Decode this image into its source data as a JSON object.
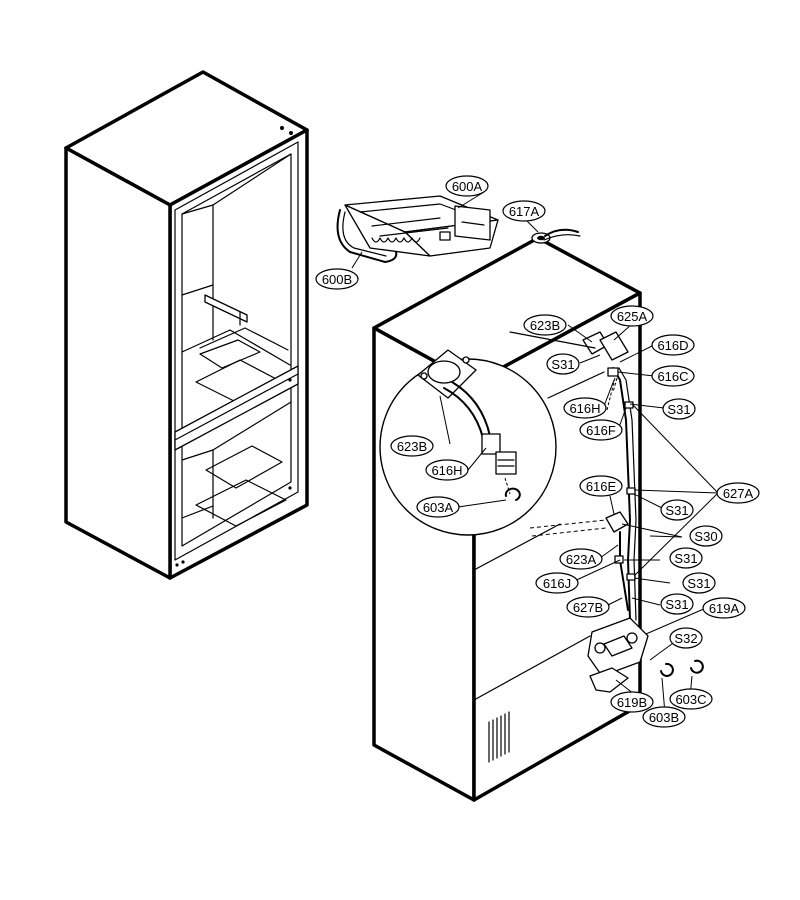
{
  "diagram": {
    "colors": {
      "line": "#000000",
      "background": "#ffffff"
    },
    "labels": [
      {
        "id": "600A",
        "text": "600A"
      },
      {
        "id": "600B",
        "text": "600B"
      },
      {
        "id": "617A",
        "text": "617A"
      },
      {
        "id": "623B_top",
        "text": "623B"
      },
      {
        "id": "625A",
        "text": "625A"
      },
      {
        "id": "S31_a",
        "text": "S31"
      },
      {
        "id": "616D",
        "text": "616D"
      },
      {
        "id": "616C",
        "text": "616C"
      },
      {
        "id": "616H_top",
        "text": "616H"
      },
      {
        "id": "S31_b",
        "text": "S31"
      },
      {
        "id": "616F",
        "text": "616F"
      },
      {
        "id": "623B_zoom",
        "text": "623B"
      },
      {
        "id": "616H_zoom",
        "text": "616H"
      },
      {
        "id": "603A",
        "text": "603A"
      },
      {
        "id": "616E",
        "text": "616E"
      },
      {
        "id": "627A",
        "text": "627A"
      },
      {
        "id": "S31_c",
        "text": "S31"
      },
      {
        "id": "S30",
        "text": "S30"
      },
      {
        "id": "623A",
        "text": "623A"
      },
      {
        "id": "S31_d",
        "text": "S31"
      },
      {
        "id": "616J",
        "text": "616J"
      },
      {
        "id": "S31_e",
        "text": "S31"
      },
      {
        "id": "627B",
        "text": "627B"
      },
      {
        "id": "S31_f",
        "text": "S31"
      },
      {
        "id": "619A",
        "text": "619A"
      },
      {
        "id": "S32",
        "text": "S32"
      },
      {
        "id": "619B",
        "text": "619B"
      },
      {
        "id": "603C",
        "text": "603C"
      },
      {
        "id": "603B",
        "text": "603B"
      }
    ]
  }
}
